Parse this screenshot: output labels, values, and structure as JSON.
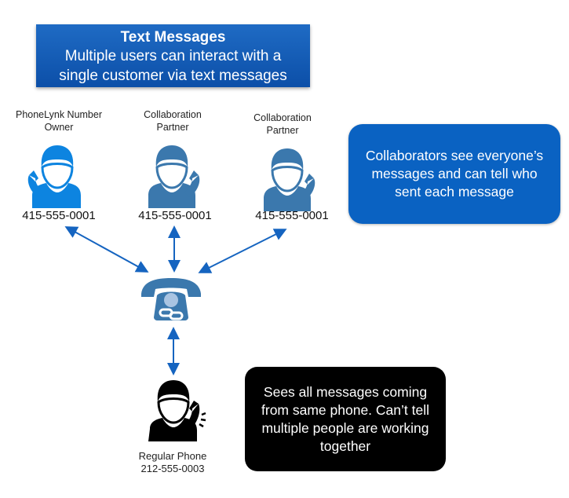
{
  "header": {
    "title": "Text Messages",
    "subtitle_line1": "Multiple users can interact with a",
    "subtitle_line2": "single customer via text messages"
  },
  "users": [
    {
      "role_line1": "PhoneLynk Number",
      "role_line2": "Owner",
      "number": "415-555-0001",
      "icon": "person-phone-icon",
      "color": "#0d84e0"
    },
    {
      "role_line1": "Collaboration",
      "role_line2": "Partner",
      "number": "415-555-0001",
      "icon": "person-phone-icon",
      "color": "#3b78ad"
    },
    {
      "role_line1": "Collaboration",
      "role_line2": "Partner",
      "number": "415-555-0001",
      "icon": "person-phone-icon",
      "color": "#3b78ad"
    }
  ],
  "hub": {
    "icon": "linked-telephone-icon",
    "color": "#3b78ad"
  },
  "customer": {
    "label": "Regular Phone",
    "number": "212-555-0003",
    "icon": "person-phone-ringing-icon",
    "color": "#000000"
  },
  "callouts": {
    "collaborators": "Collaborators see everyone’s messages and can tell who sent each message",
    "customer": "Sees all messages coming from same phone. Can’t tell multiple people are working together"
  },
  "colors": {
    "arrow": "#1564c0",
    "title_bg": "#1a63be",
    "callout_blue": "#0a62c2"
  }
}
